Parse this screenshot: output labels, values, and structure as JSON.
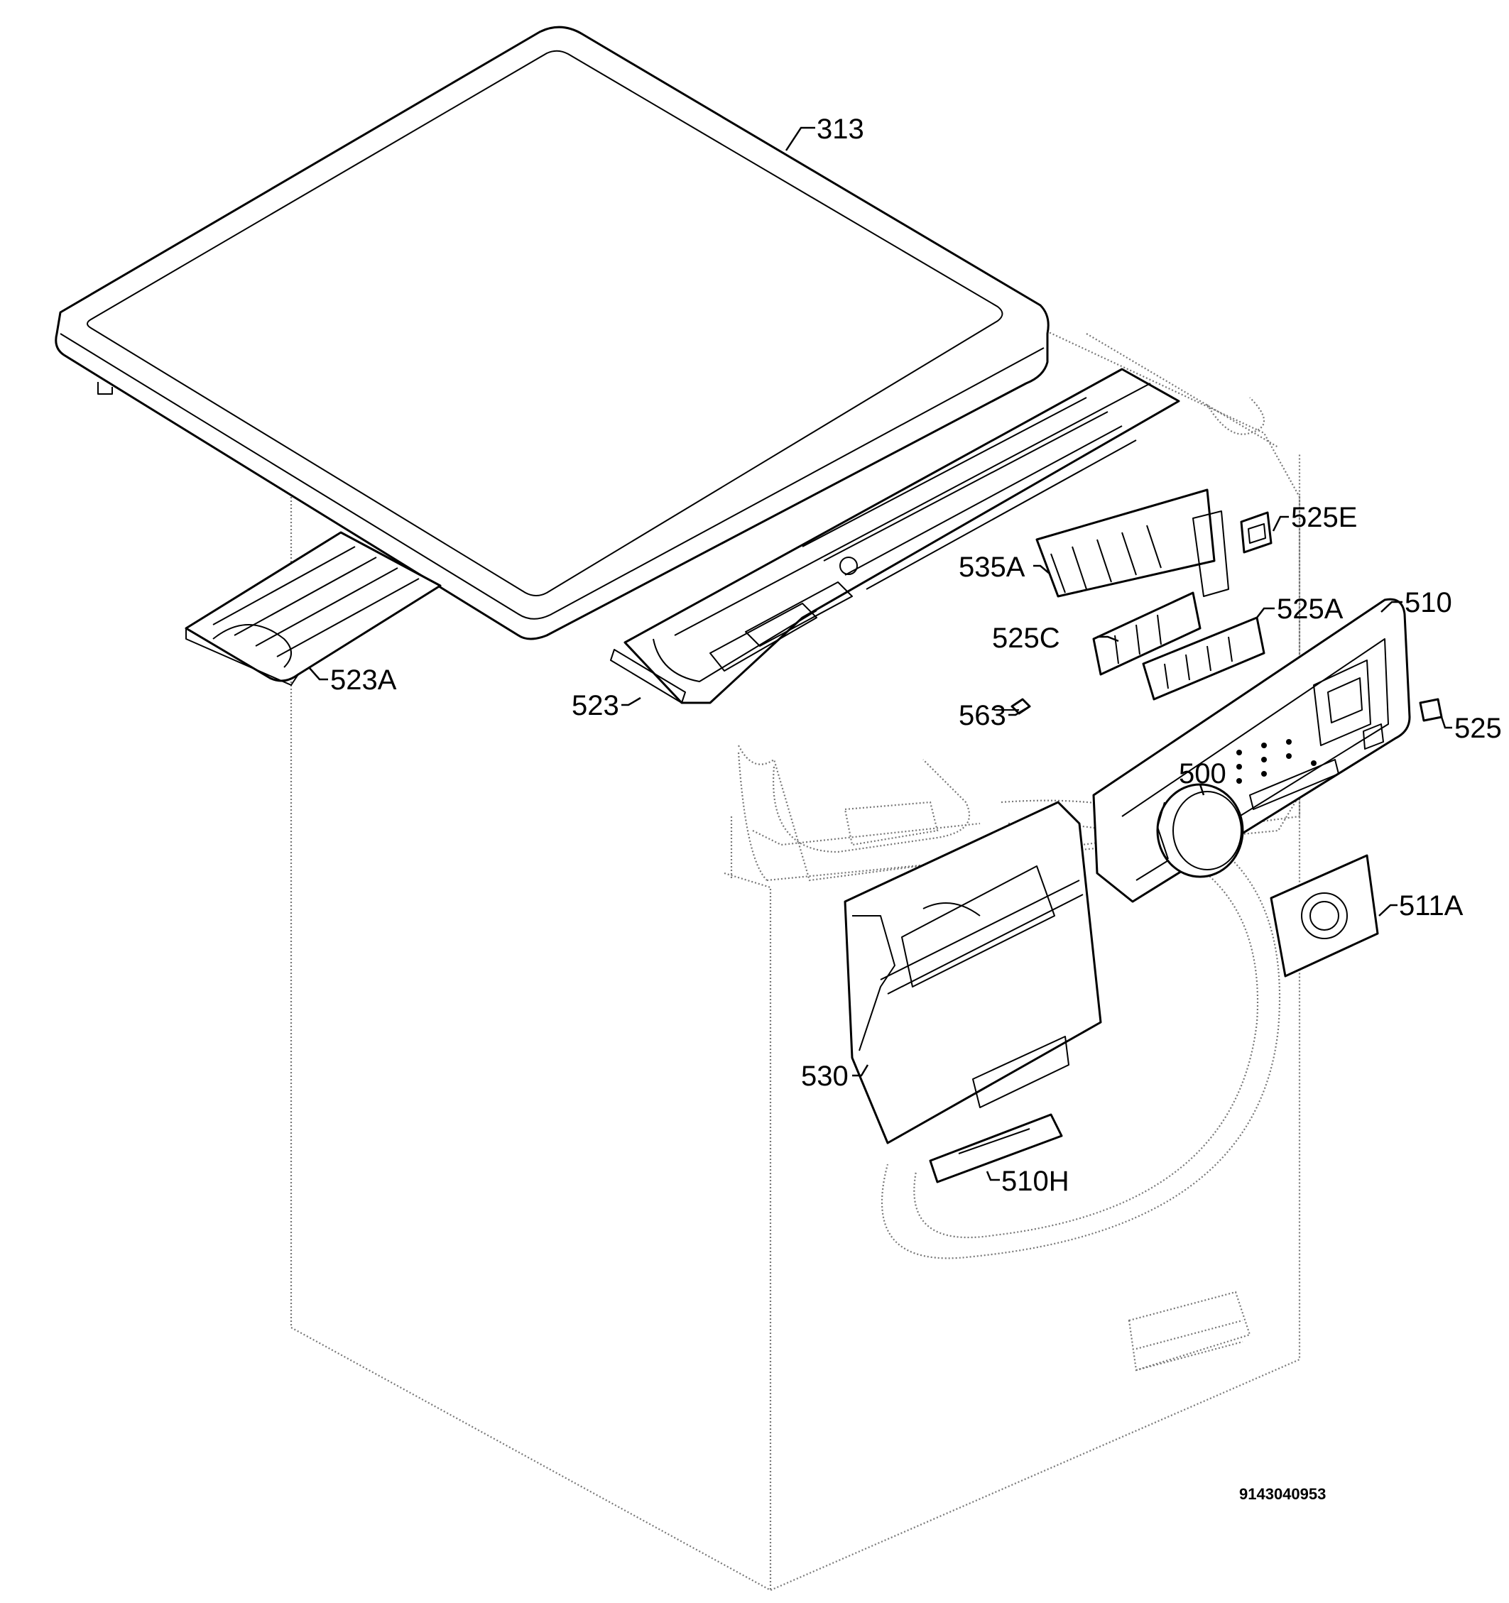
{
  "diagram": {
    "labels": {
      "p313": "313",
      "p525E": "525E",
      "p535A": "535A",
      "p510": "510",
      "p525A": "525A",
      "p525C": "525C",
      "p523A": "523A",
      "p523": "523",
      "p563": "563",
      "p525": "525",
      "p500": "500",
      "p511A": "511A",
      "p530": "530",
      "p510H": "510H"
    },
    "document_number": "9143040953"
  }
}
